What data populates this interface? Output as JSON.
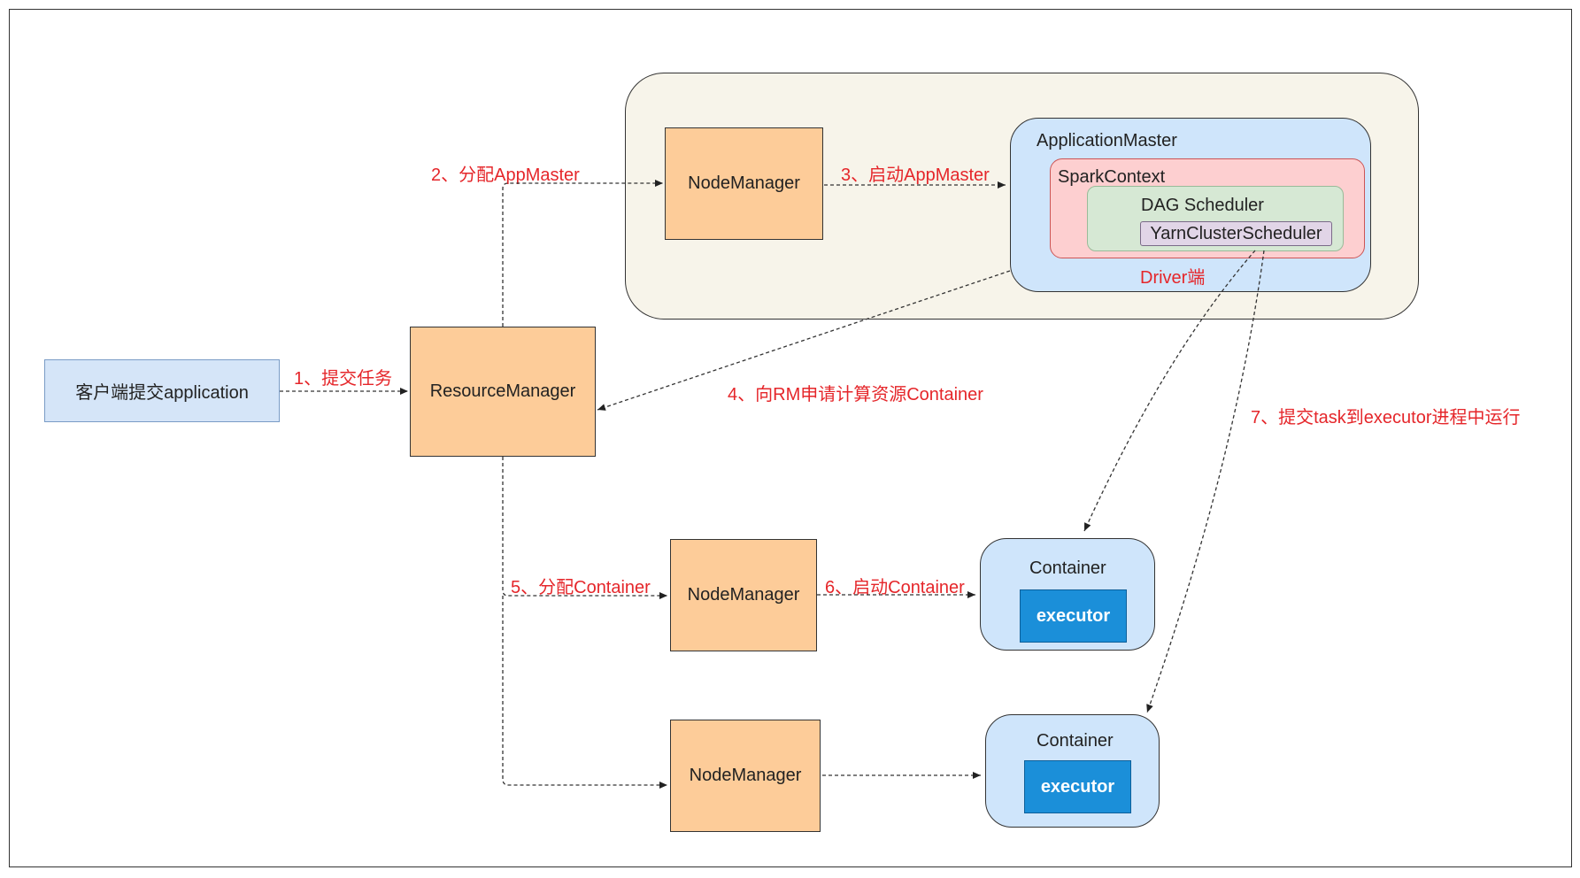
{
  "client": "客户端提交application",
  "resource_manager": "ResourceManager",
  "node_manager_1": "NodeManager",
  "node_manager_2": "NodeManager",
  "node_manager_3": "NodeManager",
  "application_master": "ApplicationMaster",
  "spark_context": "SparkContext",
  "dag_scheduler": "DAG Scheduler",
  "yarn_cluster_scheduler": "YarnClusterScheduler",
  "driver_label": "Driver端",
  "container_1": {
    "title": "Container",
    "executor": "executor"
  },
  "container_2": {
    "title": "Container",
    "executor": "executor"
  },
  "steps": {
    "s1": "1、提交任务",
    "s2": "2、分配AppMaster",
    "s3": "3、启动AppMaster",
    "s4": "4、向RM申请计算资源Container",
    "s5": "5、分配Container",
    "s6": "6、启动Container",
    "s7": "7、提交task到executor进程中运行"
  },
  "colors": {
    "node_fill": "#fdcc99",
    "client_fill": "#d5e5f8",
    "container_fill": "#cfe5fb",
    "spark_context_fill": "#fdcfd0",
    "dag_fill": "#d6e8d4",
    "scheduler_fill": "#e1d5e7",
    "executor_fill": "#1b8fd9",
    "step_text": "#e5262a"
  }
}
